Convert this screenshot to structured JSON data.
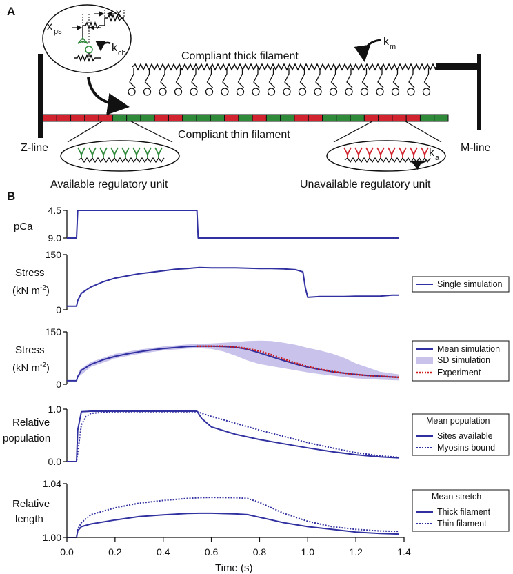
{
  "panel_a": {
    "letter": "A",
    "labels": {
      "thick_filament": "Compliant thick filament",
      "thin_filament": "Compliant thin filament",
      "z_line": "Z-line",
      "m_line": "M-line",
      "available_unit": "Available regulatory unit",
      "unavailable_unit": "Unavailable regulatory unit",
      "x_ps": "x",
      "x_ps_sub": "ps",
      "x": "x",
      "k_cb": "k",
      "k_cb_sub": "cb",
      "k_m": "k",
      "k_m_sub": "m",
      "k_a": "k",
      "k_a_sub": "a"
    },
    "thin_filament_units": [
      "red",
      "red",
      "red",
      "red",
      "red",
      "green",
      "green",
      "green",
      "red",
      "red",
      "green",
      "green",
      "green",
      "red",
      "green",
      "red",
      "green",
      "green",
      "red",
      "red",
      "green",
      "green",
      "green",
      "red",
      "red",
      "red",
      "red",
      "green",
      "green"
    ],
    "colors": {
      "available": "#2f8a3a",
      "unavailable": "#d1242f",
      "filament": "#111111"
    }
  },
  "panel_b": {
    "letter": "B",
    "x_axis": {
      "label": "Time (s)",
      "ticks": [
        "0.0",
        "0.2",
        "0.4",
        "0.6",
        "0.8",
        "1.0",
        "1.2",
        "1.4"
      ],
      "range": [
        0,
        1.4
      ]
    },
    "colors": {
      "simulation": "#3030a0",
      "sd_band": "#c9c3ec",
      "experiment": "#d01a1a"
    },
    "subplots": {
      "pca": {
        "ylabel": "pCa",
        "ticks": [
          "4.5",
          "9.0"
        ]
      },
      "stress_single": {
        "ylabel_line1": "Stress",
        "ylabel_line2": "(kN m",
        "ylabel_sup": "-2",
        "ylabel_close": ")",
        "ticks": [
          "150",
          "0"
        ],
        "legend": [
          "Single simulation"
        ]
      },
      "stress_mean": {
        "ylabel_line1": "Stress",
        "ylabel_line2": "(kN m",
        "ylabel_sup": "-2",
        "ylabel_close": ")",
        "ticks": [
          "150",
          "0"
        ],
        "legend": [
          "Mean simulation",
          "SD simulation",
          "Experiment"
        ]
      },
      "population": {
        "ylabel_line1": "Relative",
        "ylabel_line2": "population",
        "ticks": [
          "1.0",
          "0.0"
        ],
        "legend_title": "Mean population",
        "legend": [
          "Sites available",
          "Myosins bound"
        ]
      },
      "length": {
        "ylabel_line1": "Relative",
        "ylabel_line2": "length",
        "ticks": [
          "1.04",
          "1.00"
        ],
        "legend_title": "Mean stretch",
        "legend": [
          "Thick filament",
          "Thin filament"
        ]
      }
    }
  },
  "chart_data": [
    {
      "type": "line",
      "ylabel": "pCa",
      "ylim": [
        9.0,
        4.5
      ],
      "series": [
        {
          "x": [
            0.0,
            0.04,
            0.045,
            0.54,
            0.545,
            1.38
          ],
          "values": [
            9.0,
            9.0,
            4.5,
            4.5,
            9.0,
            9.0
          ]
        }
      ]
    },
    {
      "type": "line",
      "ylabel": "Stress (kN m-2)",
      "ylim": [
        0,
        150
      ],
      "xlim": [
        0,
        1.4
      ],
      "series": [
        {
          "name": "Single simulation",
          "x": [
            0.0,
            0.04,
            0.045,
            0.06,
            0.1,
            0.15,
            0.2,
            0.25,
            0.3,
            0.35,
            0.4,
            0.45,
            0.5,
            0.55,
            0.6,
            0.65,
            0.7,
            0.75,
            0.8,
            0.85,
            0.9,
            0.95,
            0.98,
            0.99,
            1.0,
            1.05,
            1.1,
            1.15,
            1.2,
            1.25,
            1.3,
            1.35,
            1.38
          ],
          "values": [
            10,
            10,
            25,
            45,
            62,
            76,
            86,
            92,
            98,
            102,
            106,
            110,
            112,
            115,
            114,
            114,
            114,
            113,
            112,
            112,
            111,
            109,
            103,
            60,
            34,
            36,
            36,
            36,
            37,
            37,
            37,
            40,
            40
          ]
        }
      ]
    },
    {
      "type": "line",
      "ylabel": "Stress (kN m-2)",
      "ylim": [
        0,
        150
      ],
      "xlim": [
        0,
        1.4
      ],
      "series": [
        {
          "name": "Mean simulation",
          "x": [
            0.0,
            0.04,
            0.045,
            0.06,
            0.1,
            0.15,
            0.2,
            0.25,
            0.3,
            0.35,
            0.4,
            0.45,
            0.5,
            0.55,
            0.6,
            0.65,
            0.7,
            0.75,
            0.8,
            0.85,
            0.9,
            0.95,
            1.0,
            1.05,
            1.1,
            1.15,
            1.2,
            1.25,
            1.3,
            1.35,
            1.38
          ],
          "values": [
            10,
            10,
            22,
            40,
            57,
            70,
            80,
            87,
            93,
            98,
            102,
            105,
            108,
            109,
            109,
            108,
            106,
            100,
            90,
            79,
            68,
            58,
            49,
            42,
            36,
            32,
            28,
            25,
            23,
            21,
            20
          ]
        },
        {
          "name": "SD simulation",
          "x": [
            0.05,
            0.1,
            0.2,
            0.3,
            0.4,
            0.5,
            0.55,
            0.6,
            0.65,
            0.7,
            0.75,
            0.8,
            0.85,
            0.9,
            0.95,
            1.0,
            1.05,
            1.1,
            1.15,
            1.2,
            1.3,
            1.38
          ],
          "upper": [
            40,
            64,
            87,
            99,
            108,
            114,
            116,
            117,
            119,
            121,
            124,
            125,
            124,
            119,
            113,
            104,
            97,
            88,
            76,
            60,
            36,
            28
          ],
          "lower": [
            22,
            50,
            74,
            87,
            97,
            102,
            103,
            101,
            94,
            82,
            68,
            58,
            52,
            46,
            40,
            34,
            29,
            25,
            21,
            17,
            13,
            11
          ]
        },
        {
          "name": "Experiment",
          "x": [
            0.54,
            0.6,
            0.65,
            0.7,
            0.75,
            0.8,
            0.85,
            0.9,
            0.95,
            1.0,
            1.05,
            1.1,
            1.15,
            1.2,
            1.25,
            1.3,
            1.35,
            1.38
          ],
          "values": [
            109,
            109,
            109,
            107,
            102,
            95,
            84,
            72,
            61,
            51,
            43,
            37,
            32,
            28,
            25,
            23,
            21,
            20
          ]
        }
      ]
    },
    {
      "type": "line",
      "ylabel": "Relative population",
      "ylim": [
        0.0,
        1.0
      ],
      "xlim": [
        0,
        1.4
      ],
      "series": [
        {
          "name": "Sites available",
          "x": [
            0.0,
            0.04,
            0.045,
            0.06,
            0.1,
            0.2,
            0.3,
            0.4,
            0.5,
            0.54,
            0.56,
            0.6,
            0.7,
            0.8,
            0.9,
            1.0,
            1.1,
            1.2,
            1.3,
            1.38
          ],
          "values": [
            0.0,
            0.0,
            0.6,
            0.95,
            0.96,
            0.96,
            0.96,
            0.96,
            0.96,
            0.96,
            0.82,
            0.66,
            0.52,
            0.42,
            0.34,
            0.26,
            0.19,
            0.13,
            0.09,
            0.07
          ]
        },
        {
          "name": "Myosins bound",
          "x": [
            0.0,
            0.04,
            0.05,
            0.06,
            0.08,
            0.1,
            0.15,
            0.2,
            0.3,
            0.4,
            0.5,
            0.54,
            0.6,
            0.7,
            0.8,
            0.9,
            1.0,
            1.1,
            1.2,
            1.3,
            1.38
          ],
          "values": [
            0.0,
            0.0,
            0.35,
            0.7,
            0.86,
            0.92,
            0.94,
            0.95,
            0.95,
            0.95,
            0.95,
            0.95,
            0.86,
            0.73,
            0.6,
            0.48,
            0.36,
            0.26,
            0.17,
            0.11,
            0.08
          ]
        }
      ]
    },
    {
      "type": "line",
      "ylabel": "Relative length",
      "ylim": [
        1.0,
        1.04
      ],
      "xlim": [
        0,
        1.4
      ],
      "series": [
        {
          "name": "Thick filament",
          "x": [
            0.0,
            0.04,
            0.045,
            0.06,
            0.1,
            0.2,
            0.3,
            0.4,
            0.5,
            0.55,
            0.6,
            0.7,
            0.75,
            0.8,
            0.85,
            0.9,
            1.0,
            1.1,
            1.2,
            1.3,
            1.38
          ],
          "values": [
            1.0,
            1.0,
            1.005,
            1.008,
            1.01,
            1.013,
            1.0155,
            1.0168,
            1.0178,
            1.018,
            1.018,
            1.0175,
            1.017,
            1.015,
            1.013,
            1.011,
            1.008,
            1.006,
            1.004,
            1.003,
            1.0025
          ]
        },
        {
          "name": "Thin filament",
          "x": [
            0.0,
            0.04,
            0.045,
            0.06,
            0.08,
            0.1,
            0.2,
            0.3,
            0.4,
            0.5,
            0.55,
            0.6,
            0.7,
            0.75,
            0.8,
            0.85,
            0.9,
            1.0,
            1.1,
            1.2,
            1.3,
            1.38
          ],
          "values": [
            1.0,
            1.0,
            1.006,
            1.011,
            1.014,
            1.017,
            1.022,
            1.0255,
            1.0275,
            1.029,
            1.0295,
            1.0297,
            1.0295,
            1.029,
            1.026,
            1.022,
            1.018,
            1.012,
            1.008,
            1.006,
            1.0048,
            1.0045
          ]
        }
      ]
    }
  ]
}
